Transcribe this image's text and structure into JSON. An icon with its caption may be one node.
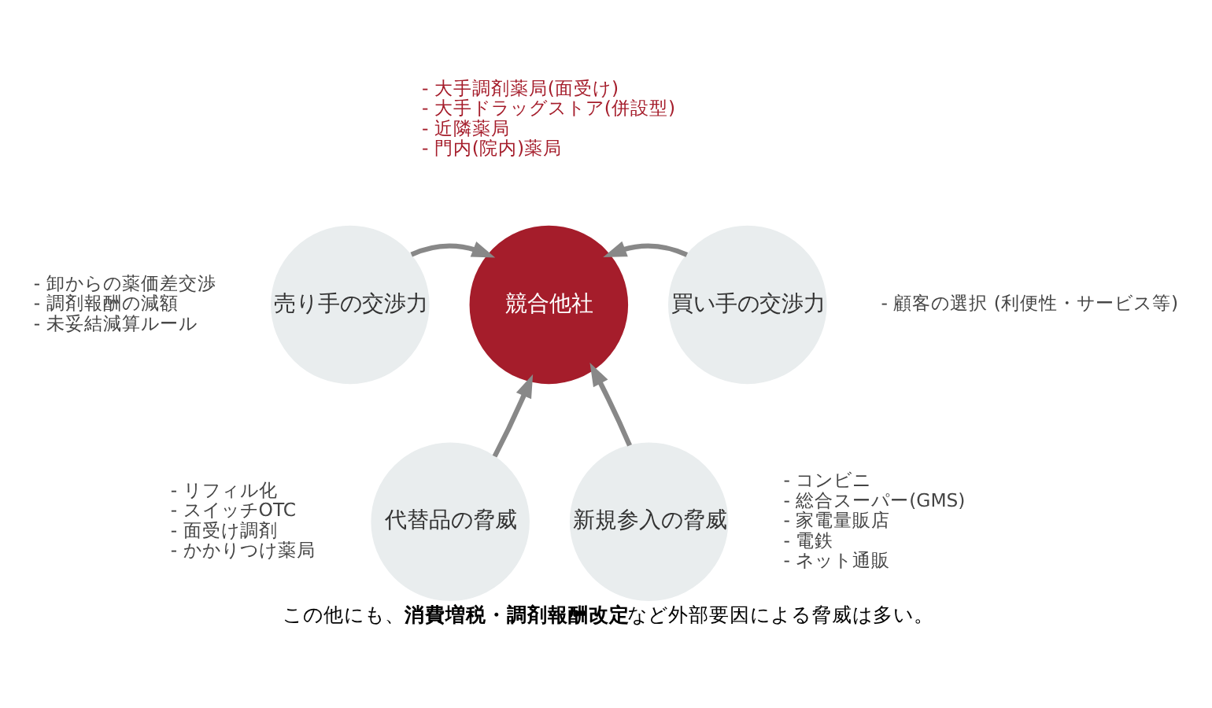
{
  "diagram": {
    "caption": "この他にも、**消費増税・調剤報酬改定**など外部要因による脅威は多い。",
    "nodes": [
      {
        "text": [
          "売り手の交渉力"
        ],
        "beside": [
          "- 卸からの薬価差交渉",
          "- 調剤報酬の減額",
          "- 未妥結減算ルール"
        ]
      },
      {
        "text": [
          "競合他社"
        ],
        "beside": [
          "- 大手調剤薬局(面受け)",
          "- 大手ドラッグストア(併設型)",
          "- 近隣薬局",
          "- 門内(院内)薬局"
        ]
      },
      {
        "text": [
          "買い手の交渉力"
        ],
        "beside": [
          "- 顧客の選択 (利便性・サービス等)"
        ]
      },
      {
        "text": [
          "代替品の脅威"
        ],
        "beside": [
          "- リフィル化",
          "- スイッチOTC",
          "- 面受け調剤",
          "- かかりつけ薬局"
        ]
      },
      {
        "text": [
          "新規参入の脅威"
        ],
        "beside": [
          "- コンビニ",
          "- 総合スーパー(GMS)",
          "- 家電量販店",
          "- 電鉄",
          "- ネット通販"
        ]
      }
    ],
    "edges": [
      {
        "from": 0,
        "to": 1,
        "arrow": "to"
      },
      {
        "from": 2,
        "to": 1,
        "arrow": "to"
      },
      {
        "from": 3,
        "to": 1,
        "arrow": "to"
      },
      {
        "from": 4,
        "to": 1,
        "arrow": "to"
      }
    ]
  }
}
